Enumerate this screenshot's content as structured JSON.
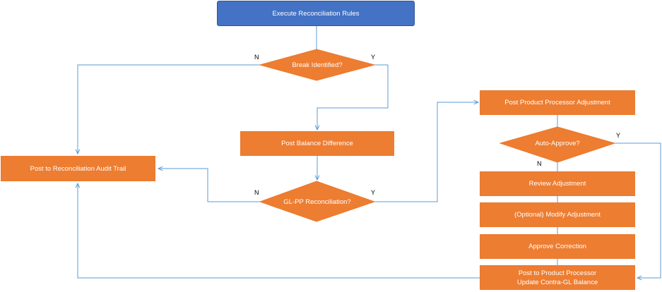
{
  "nodes": {
    "execute": "Execute Reconciliation Rules",
    "break_identified": "Break Identified?",
    "post_balance_difference": "Post Balance Difference",
    "gl_pp_reconciliation": "GL-PP Reconciliation?",
    "post_audit_trail": "Post to Reconciliation Audit Trail",
    "post_pp_adjustment": "Post Product Processor Adjustment",
    "auto_approve": "Auto-Approve?",
    "review_adjustment": "Review Adjustment",
    "modify_adjustment": "(Optional) Modify Adjustment",
    "approve_correction": "Approve Correction",
    "post_pp_line1": "Post to Product Processor",
    "post_pp_line2": "Update Contra-GL Balance"
  },
  "branch_labels": {
    "break_no": "N",
    "break_yes": "Y",
    "gl_no": "N",
    "gl_yes": "Y",
    "auto_yes": "Y",
    "auto_no": "N"
  },
  "colors": {
    "start_fill": "#4472c4",
    "process_fill": "#ed7d31",
    "connector": "#5b9bd5"
  }
}
